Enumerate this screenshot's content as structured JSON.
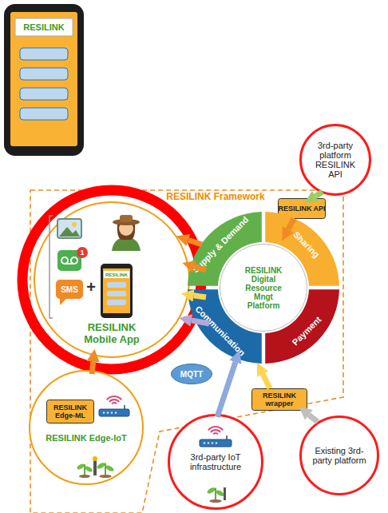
{
  "diagram": {
    "nodes": [
      {
        "text": [
          "RESILINK"
        ]
      },
      {
        "text": [
          "RESILINK Framework"
        ]
      },
      {
        "text": [
          "3rd-party platform RESILINK API"
        ]
      },
      {
        "text": [
          "RESILINK API"
        ],
        "in": 1
      },
      {
        "text": [
          "RESILINK Mobile App"
        ],
        "in": 1
      },
      {
        "text": [
          "Supply & Demand"
        ],
        "in": 1
      },
      {
        "text": [
          "Sharing"
        ],
        "in": 1
      },
      {
        "text": [
          "RESILINK Digital Resource Mngt Platform"
        ],
        "in": 1
      },
      {
        "text": [
          "Communication"
        ],
        "in": 1
      },
      {
        "text": [
          "Payment"
        ],
        "in": 1
      },
      {
        "text": [
          "MQTT"
        ],
        "in": 1
      },
      {
        "text": [
          "RESILINK wrapper"
        ],
        "in": 1
      },
      {
        "text": [
          "RESILINK Edge-IoT"
        ],
        "in": 1
      },
      {
        "text": [
          "RESILINK Edge-ML"
        ],
        "in": 12
      },
      {
        "text": [
          "3rd-party IoT infrastructure"
        ]
      },
      {
        "text": [
          "Existing 3rd-party platform"
        ]
      }
    ],
    "edges": [
      {
        "from": 2,
        "to": 3,
        "arrow": "to"
      },
      {
        "from": 3,
        "to": 6,
        "arrow": "to"
      },
      {
        "from": 5,
        "to": 4,
        "arrow": "to"
      },
      {
        "from": 5,
        "to": 4,
        "arrow": "to"
      },
      {
        "from": 8,
        "to": 4,
        "arrow": "to"
      },
      {
        "from": 8,
        "to": 4,
        "arrow": "to"
      },
      {
        "from": 12,
        "to": 4,
        "arrow": "to"
      },
      {
        "from": 14,
        "to": 8,
        "arrow": "to"
      },
      {
        "from": 11,
        "to": 8,
        "arrow": "to"
      },
      {
        "from": 15,
        "to": 11,
        "arrow": "to"
      }
    ],
    "labels": [
      "1",
      "SMS",
      "+",
      "RESILINK"
    ]
  }
}
